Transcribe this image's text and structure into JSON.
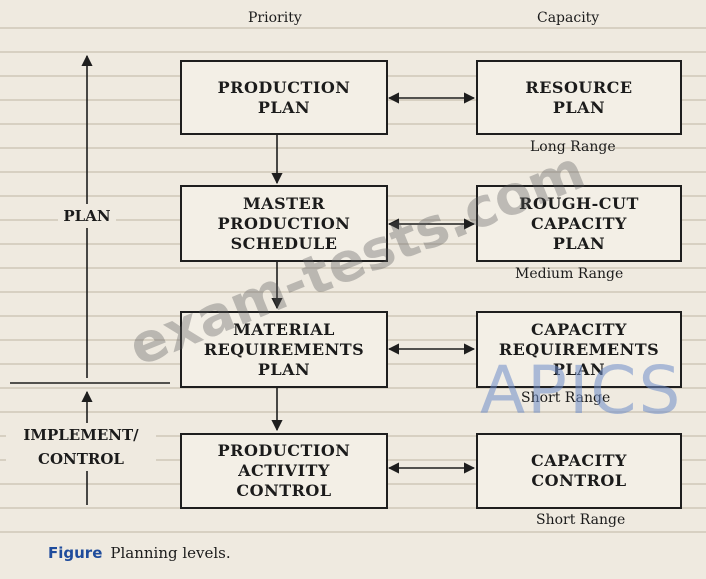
{
  "headers": {
    "priority": "Priority",
    "capacity": "Capacity"
  },
  "left_nodes": [
    {
      "id": "production-plan",
      "text": "PRODUCTION\nPLAN"
    },
    {
      "id": "master-production-schedule",
      "text": "MASTER\nPRODUCTION\nSCHEDULE"
    },
    {
      "id": "material-requirements-plan",
      "text": "MATERIAL\nREQUIREMENTS\nPLAN"
    },
    {
      "id": "production-activity-control",
      "text": "PRODUCTION\nACTIVITY\nCONTROL"
    }
  ],
  "right_nodes": [
    {
      "id": "resource-plan",
      "text": "RESOURCE\nPLAN"
    },
    {
      "id": "rough-cut-capacity-plan",
      "text": "ROUGH-CUT\nCAPACITY\nPLAN"
    },
    {
      "id": "capacity-requirements-plan",
      "text": "CAPACITY\nREQUIREMENTS\nPLAN"
    },
    {
      "id": "capacity-control",
      "text": "CAPACITY\nCONTROL"
    }
  ],
  "range_labels": {
    "long": "Long Range",
    "medium": "Medium Range",
    "short1": "Short Range",
    "short2": "Short Range"
  },
  "side_labels": {
    "plan": "PLAN",
    "implement": "IMPLEMENT/\nCONTROL"
  },
  "caption": {
    "figure": "Figure",
    "text": "Planning levels."
  },
  "watermarks": {
    "exam": "exam-tests.com",
    "apics": "APICS"
  }
}
